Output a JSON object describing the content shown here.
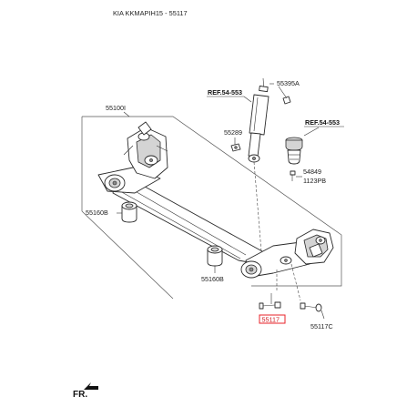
{
  "title": "KIA KKMAPIH15 - 55117",
  "labels": {
    "ref_left": "REF.54-553",
    "ref_right": "REF.54-553",
    "p55395A": "55395A",
    "p55100I": "55100I",
    "p55289": "55289",
    "p54849": "54849",
    "p1123PB": "1123PB",
    "p55160B_left": "55160B",
    "p55160B_bottom": "55160B",
    "p55117": "55117",
    "p55117C": "55117C",
    "front": "FR."
  },
  "colors": {
    "highlight": "#e8232a",
    "line": "#2a2a2a"
  }
}
